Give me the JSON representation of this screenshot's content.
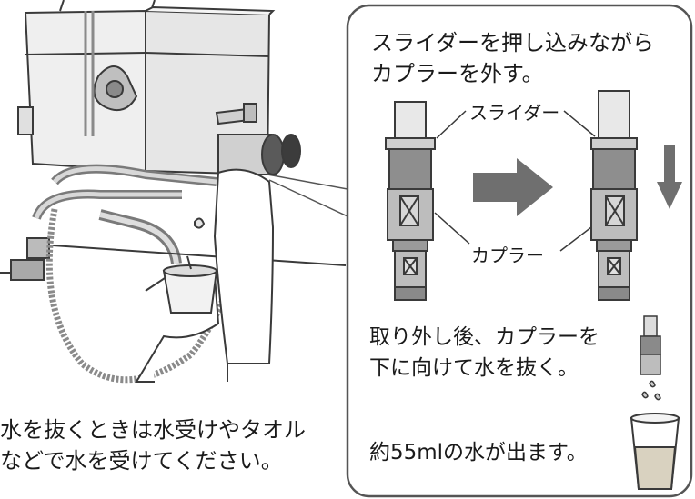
{
  "caption_left": {
    "line1": "水を抜くときは水受けやタオル",
    "line2": "などで水を受けてください。"
  },
  "panel": {
    "heading_line1": "スライダーを押し込みながら",
    "heading_line2": "カプラーを外す。",
    "label_slider": "スライダー",
    "label_coupler": "カプラー",
    "note_line1": "取り外し後、カプラーを",
    "note_line2": "下に向けて水を抜く。",
    "water_amount": "約55mlの水が出ます。"
  },
  "colors": {
    "line": "#3a3a3a",
    "panel_border": "#555555",
    "arrow": "#6f6f6f",
    "hose": "#8a8a8a",
    "unit_body": "#eeeeee",
    "water": "#d9d2c0"
  }
}
